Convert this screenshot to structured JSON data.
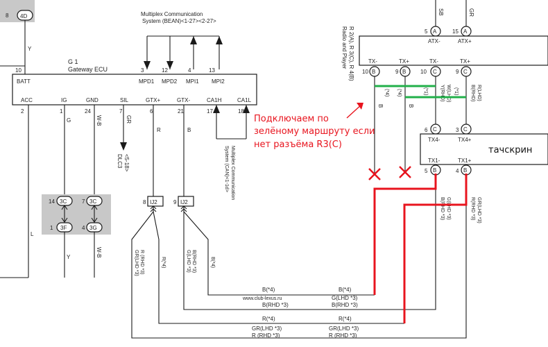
{
  "top_left": {
    "pin_4d": "4D",
    "wire_y": "Y",
    "pin_8": "8"
  },
  "mpx_bean": {
    "line1": "Multiplex Communication",
    "line2": "System (BEAN)<1-27><2-27>"
  },
  "radio": {
    "label": "R 2(A), R 3(C), R 4(B)",
    "sub": "Radio and Player",
    "wire_sb": "SB",
    "wire_gr": "GR",
    "pin_5": "5",
    "pin_5_letter": "A",
    "pin_15": "15",
    "pin_15_letter": "A",
    "atx_minus": "ATX-",
    "atx_plus": "ATX+",
    "tx_minus_1": "TX-",
    "tx_plus_1": "TX+",
    "tx_minus_2": "TX-",
    "tx_plus_2": "TX+",
    "pin_10a": "10",
    "pin_b1": "B",
    "pin_9a": "9",
    "pin_b2": "B",
    "pin_10b": "10",
    "pin_c1": "C",
    "pin_9b": "9",
    "pin_c2": "C"
  },
  "gateway": {
    "id": "G 1",
    "name": "Gateway ECU",
    "pin_batt_no": "10",
    "batt": "BATT",
    "pin_mpd1_no": "3",
    "mpd1": "MPD1",
    "pin_mpd2_no": "12",
    "mpd2": "MPD2",
    "pin_mpi1_no": "4",
    "mpi1": "MPI1",
    "pin_mpi2_no": "13",
    "mpi2": "MPI2",
    "acc": "ACC",
    "ig": "IG",
    "gnd": "GND",
    "sil": "SIL",
    "gtx_plus": "GTX+",
    "gtx_minus": "GTX-",
    "ca1h": "CA1H",
    "ca1l": "CA1L",
    "pin_2": "2",
    "pin_1": "1",
    "pin_24": "24",
    "pin_7": "7",
    "pin_6": "6",
    "pin_21": "21",
    "pin_17": "17",
    "pin_18": "18"
  },
  "wires": {
    "g": "G",
    "wb": "W-B",
    "gr": "GR",
    "r": "R",
    "b": "B",
    "l": "L",
    "y": "Y",
    "dlc3": "DLC3",
    "dlc3_ref": "<5-18>",
    "can1": "Multiplex Communication",
    "can2": "System (CAN)<1-1d>"
  },
  "junctions": {
    "j14": "14",
    "c3c_a": "3C",
    "j7": "7",
    "c3c_b": "3C",
    "j1": "1",
    "c3f": "3F",
    "j4": "4",
    "c3g": "3G",
    "ij2a_no": "8",
    "ij2a": "IJ2",
    "ij2b_no": "9",
    "ij2b": "IJ2"
  },
  "left_lower": {
    "w1": "GR(LHD *3)",
    "w2": "R (RHD *3)",
    "w3": "R(*4)",
    "w4": "G(LHD *3)",
    "w5": "B(RHD *3)",
    "w6": "B(*4)"
  },
  "radio_out": {
    "b4a": "(*4)",
    "b4b": "B",
    "b4c": "(*4)",
    "b4d": "B",
    "w_lhd": "W(LHD)",
    "y_rhd": "Y(RHD)",
    "star1": "(*1)",
    "star2": "(*1)",
    "r_lhd": "R(LHD)",
    "b_rhd": "B(RHD)"
  },
  "annotation": {
    "line1": "Подключаем по",
    "line2": "зелёному маршруту если",
    "line3": "нет разъёма R3(C)"
  },
  "tachskrin": {
    "name": "тачскрин",
    "tx4_minus": "TX4-",
    "tx4_plus": "TX4+",
    "tx1_minus": "TX1-",
    "tx1_plus": "TX1+",
    "pin_6": "6",
    "pin_6c": "C",
    "pin_3": "3",
    "pin_3c": "C",
    "pin_5": "5",
    "pin_5b": "B",
    "pin_4": "4",
    "pin_4b": "B"
  },
  "tach_out": {
    "g1": "G(LHD *3)",
    "g2": "B(RHD *3)",
    "r1": "GR(LHD *3)",
    "r2": "R(RHD *3)"
  },
  "bottom": {
    "b4_l": "B(*4)",
    "b4_r": "B(*4)",
    "brhd_l": "B(RHD *3)",
    "glhd_r": "G(LHD *3)",
    "brhd_r": "B(RHD *3)",
    "r4_l": "R(*4)",
    "r4_r": "R(*4)",
    "grl_l": "GR(LHD *3)",
    "grl_r": "GR(LHD *3)",
    "rrhd_l": "R (RHD *3)",
    "rrhd_r": "R (RHD *3)",
    "watermark": "www.club-lexus.ru"
  }
}
